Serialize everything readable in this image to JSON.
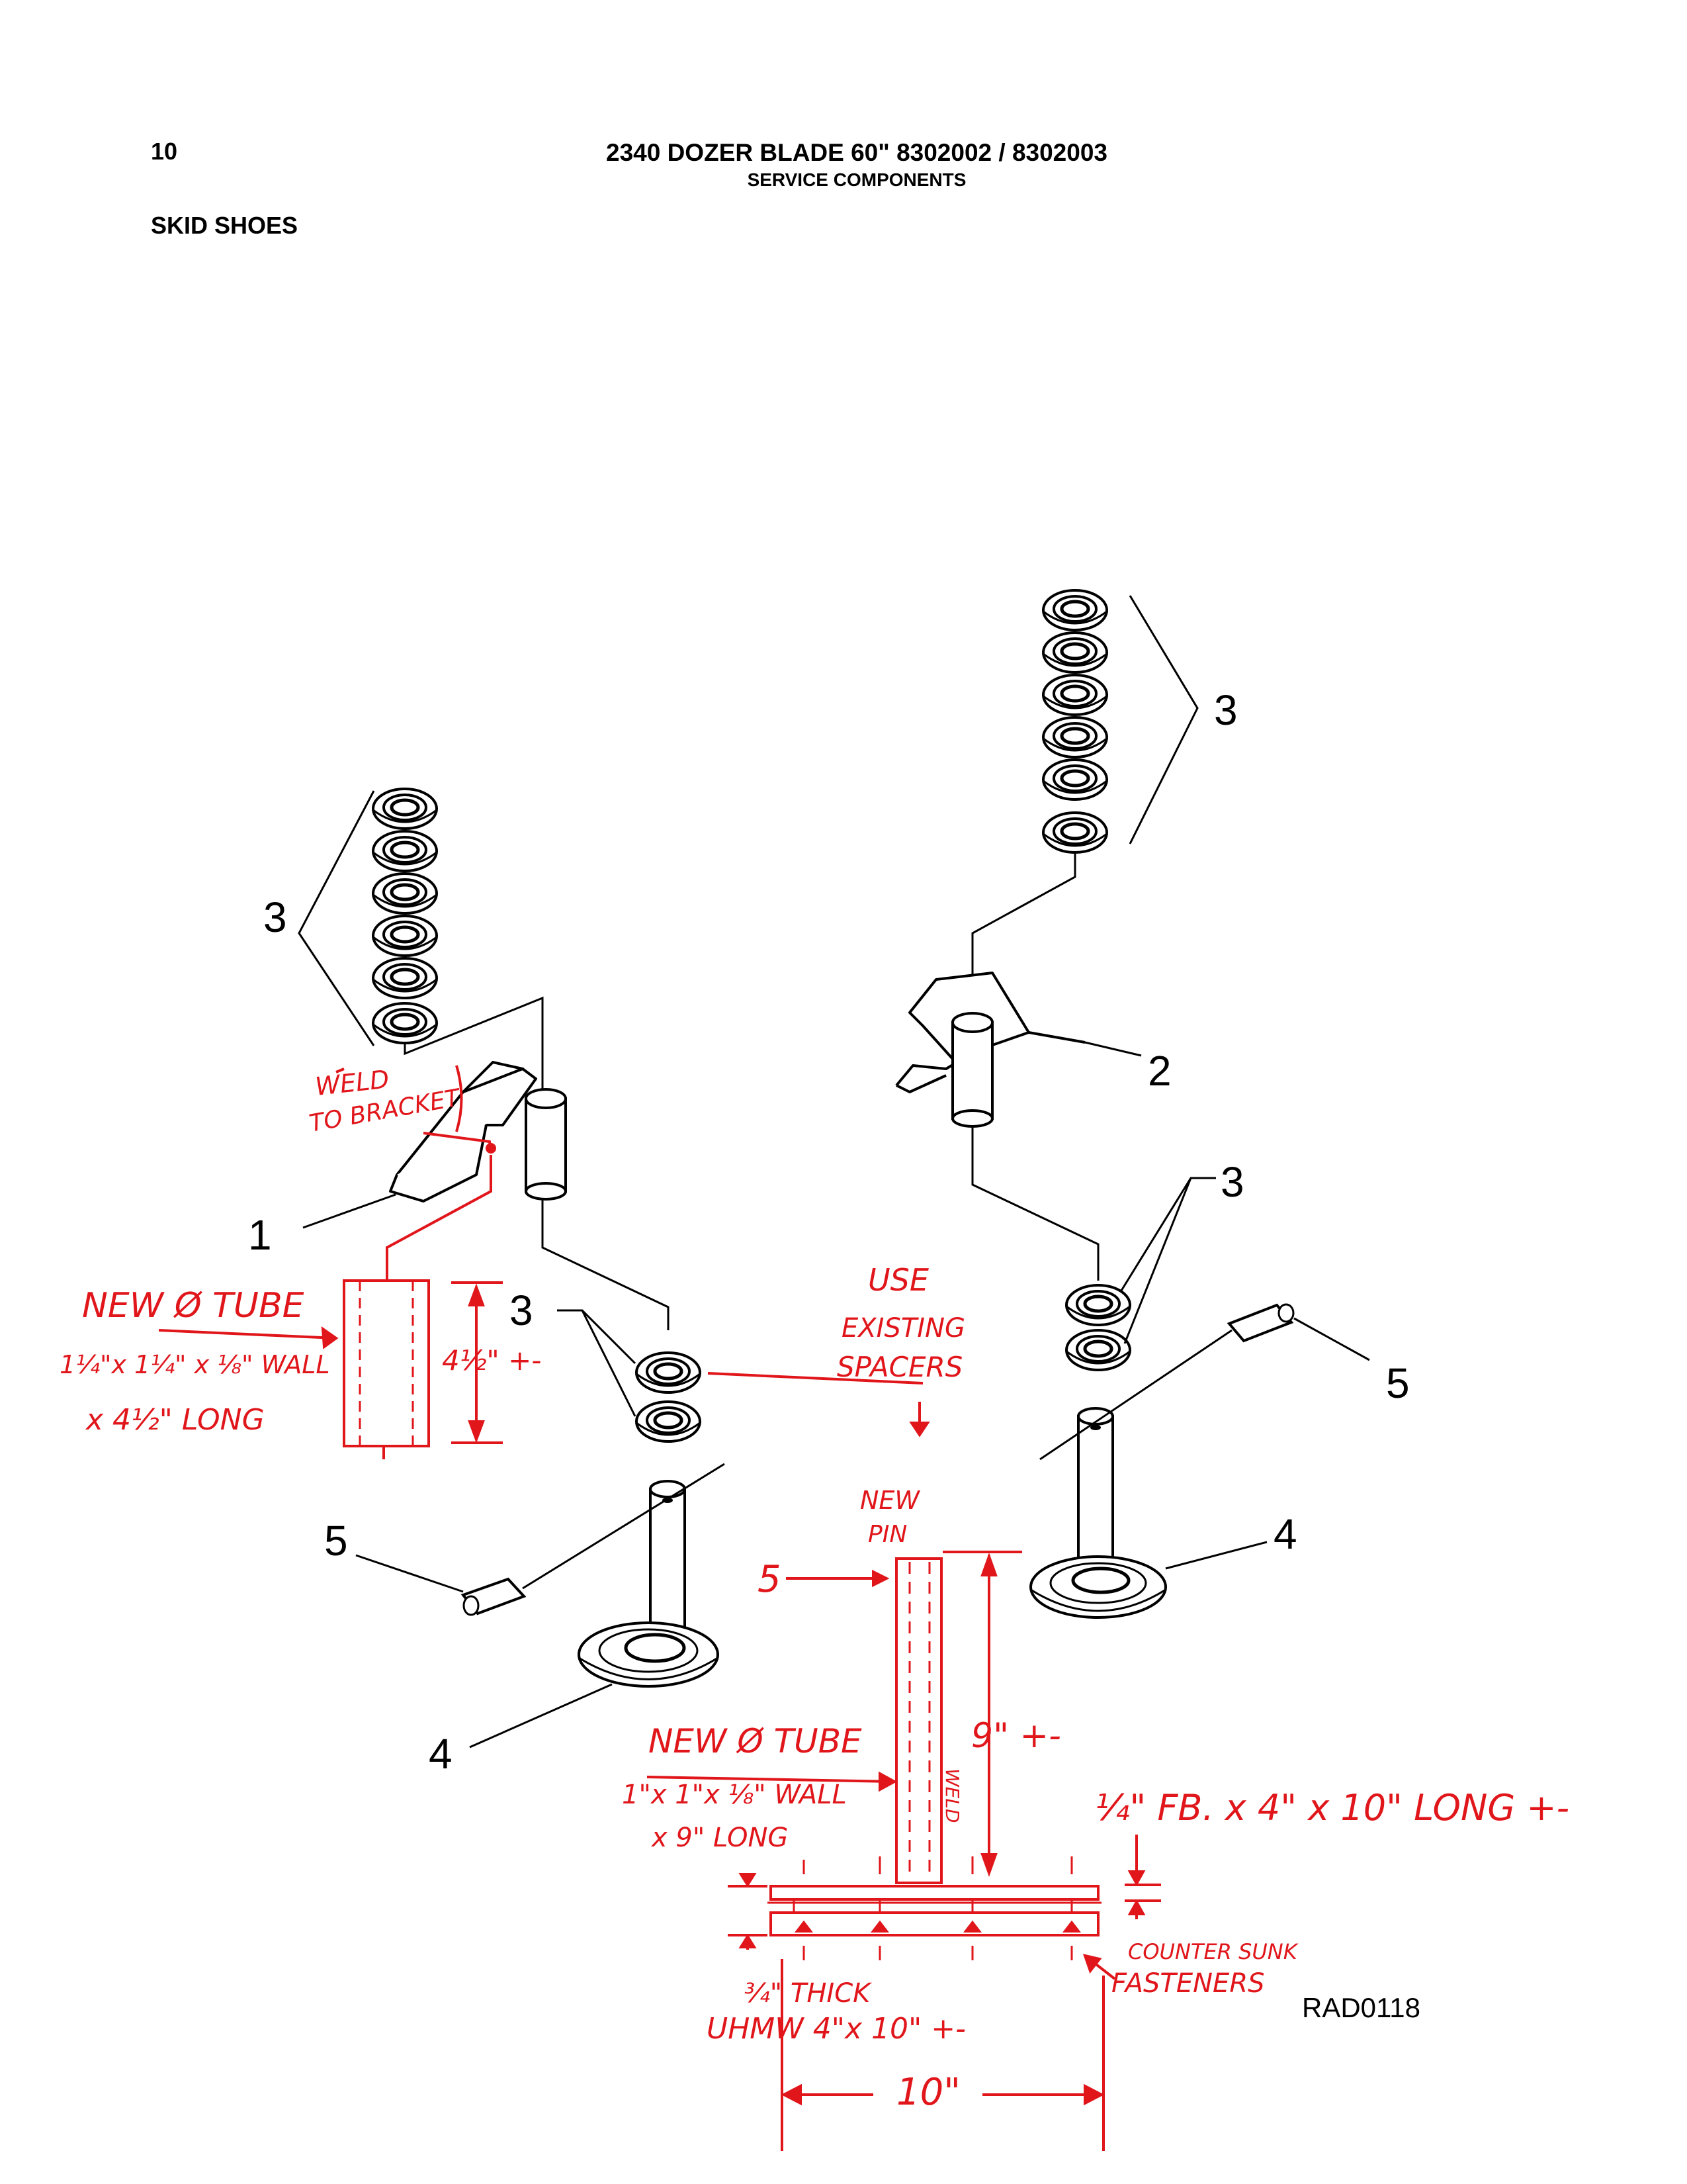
{
  "header": {
    "page_number": "10",
    "title": "2340 DOZER BLADE 60\" 8302002 / 8302003",
    "subtitle": "SERVICE COMPONENTS",
    "section": "SKID SHOES"
  },
  "reference_code": "RAD0118",
  "callouts": {
    "c1": "1",
    "c2": "2",
    "c3": "3",
    "c4": "4",
    "c5": "5"
  },
  "annotations": {
    "weld_bracket": [
      "WELD",
      "TO BRACKET"
    ],
    "new_tube_upper": [
      "NEW Ø TUBE",
      "1¼\"x 1¼\" x ⅛\" WALL",
      "x 4½\" LONG"
    ],
    "upper_dim": "4½\" +-",
    "use_spacers": [
      "USE",
      "EXISTING",
      "SPACERS"
    ],
    "new_pin": [
      "NEW",
      "PIN"
    ],
    "pin_callout": "5",
    "new_tube_lower": [
      "NEW Ø TUBE",
      "1\"x 1\"x ⅛\" WALL",
      "x 9\" LONG"
    ],
    "lower_dim": "9\" +-",
    "weld_vertical": "WELD",
    "flat_bar": "¼\" FB. x 4\" x 10\" LONG +-",
    "countersunk": [
      "COUNTER SUNK",
      "FASTENERS"
    ],
    "uhmw": [
      "¾\" THICK",
      "UHMW 4\"x 10\" +-"
    ],
    "width_dim": "10\""
  },
  "colors": {
    "ink": "#000000",
    "markup": "#e0161b"
  }
}
